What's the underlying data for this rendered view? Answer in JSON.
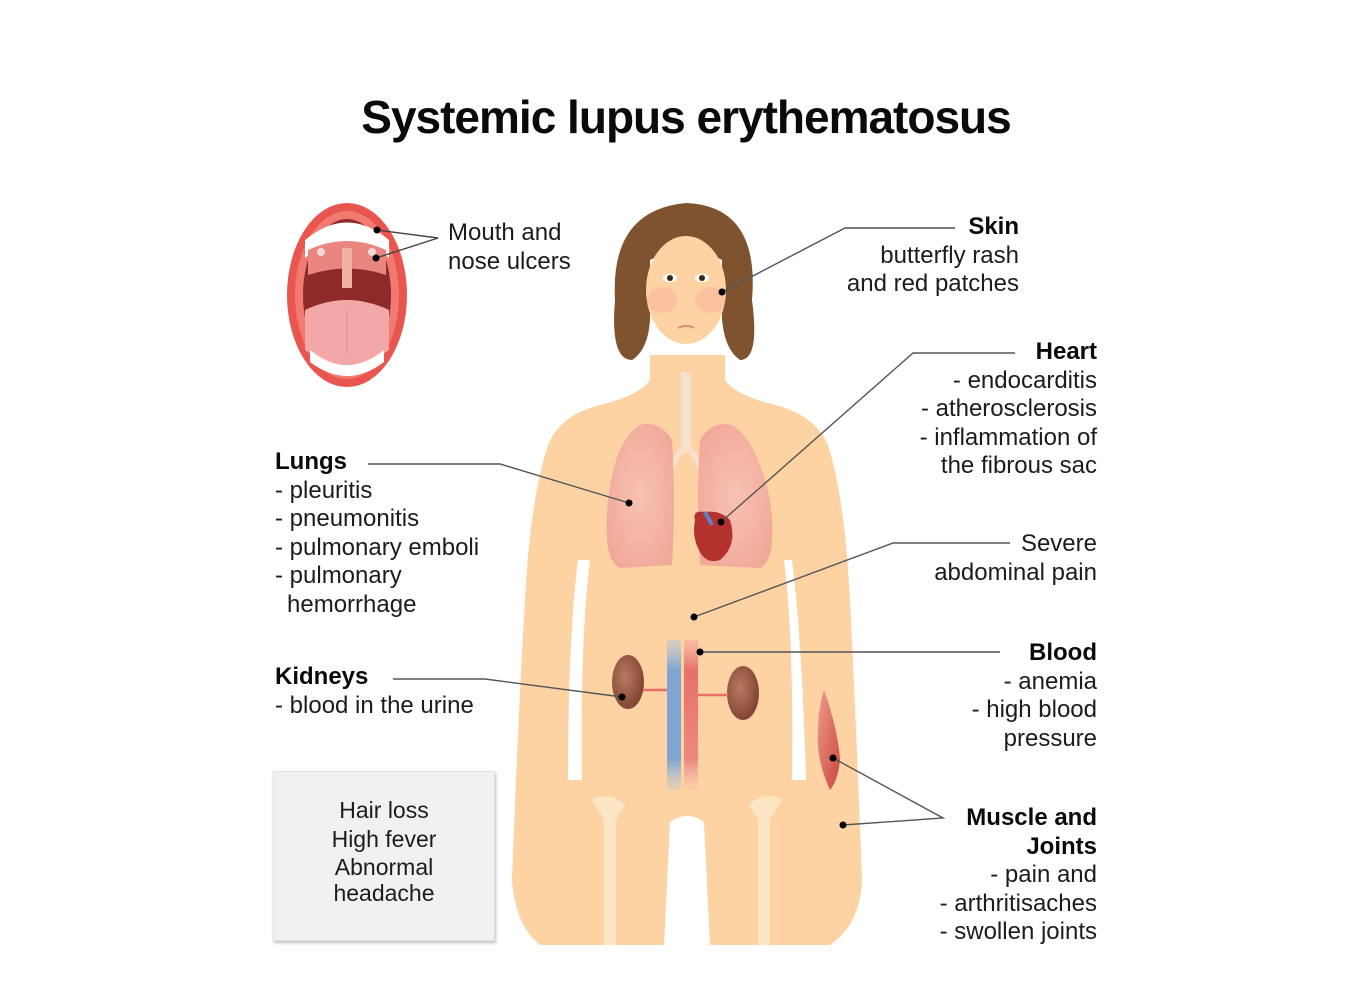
{
  "title": "Systemic lupus erythematosus",
  "labels": {
    "mouth": {
      "lines": [
        "Mouth and",
        "nose ulcers"
      ]
    },
    "skin": {
      "heading": "Skin",
      "lines": [
        "butterfly rash",
        "and red patches"
      ]
    },
    "heart": {
      "heading": "Heart",
      "lines": [
        "- endocarditis",
        "- atherosclerosis",
        "- inflammation of",
        "the fibrous sac"
      ]
    },
    "lungs": {
      "heading": "Lungs",
      "lines": [
        "- pleuritis",
        "- pneumonitis",
        "- pulmonary emboli",
        "- pulmonary",
        "hemorrhage"
      ]
    },
    "abdomen": {
      "lines": [
        "Severe",
        "abdominal pain"
      ]
    },
    "kidneys": {
      "heading": "Kidneys",
      "lines": [
        "- blood in the urine"
      ]
    },
    "blood": {
      "heading": "Blood",
      "lines": [
        "- anemia",
        "- high blood",
        "pressure"
      ]
    },
    "muscle": {
      "heading_lines": [
        "Muscle and",
        "Joints"
      ],
      "lines": [
        "- pain and",
        "- arthritisaches",
        "- swollen joints"
      ]
    }
  },
  "general_symptoms": [
    "Hair loss",
    "High fever",
    "Abnormal",
    "headache"
  ],
  "colors": {
    "skin": "#fdd3a3",
    "hair": "#7f5230",
    "lung": "#f5b6a8",
    "heart": "#b3322e",
    "kidney": "#8e4e3a",
    "vein": "#7fa6d2",
    "artery": "#e8706a",
    "bone": "#fde6c4",
    "box": "#f1f1f1"
  }
}
